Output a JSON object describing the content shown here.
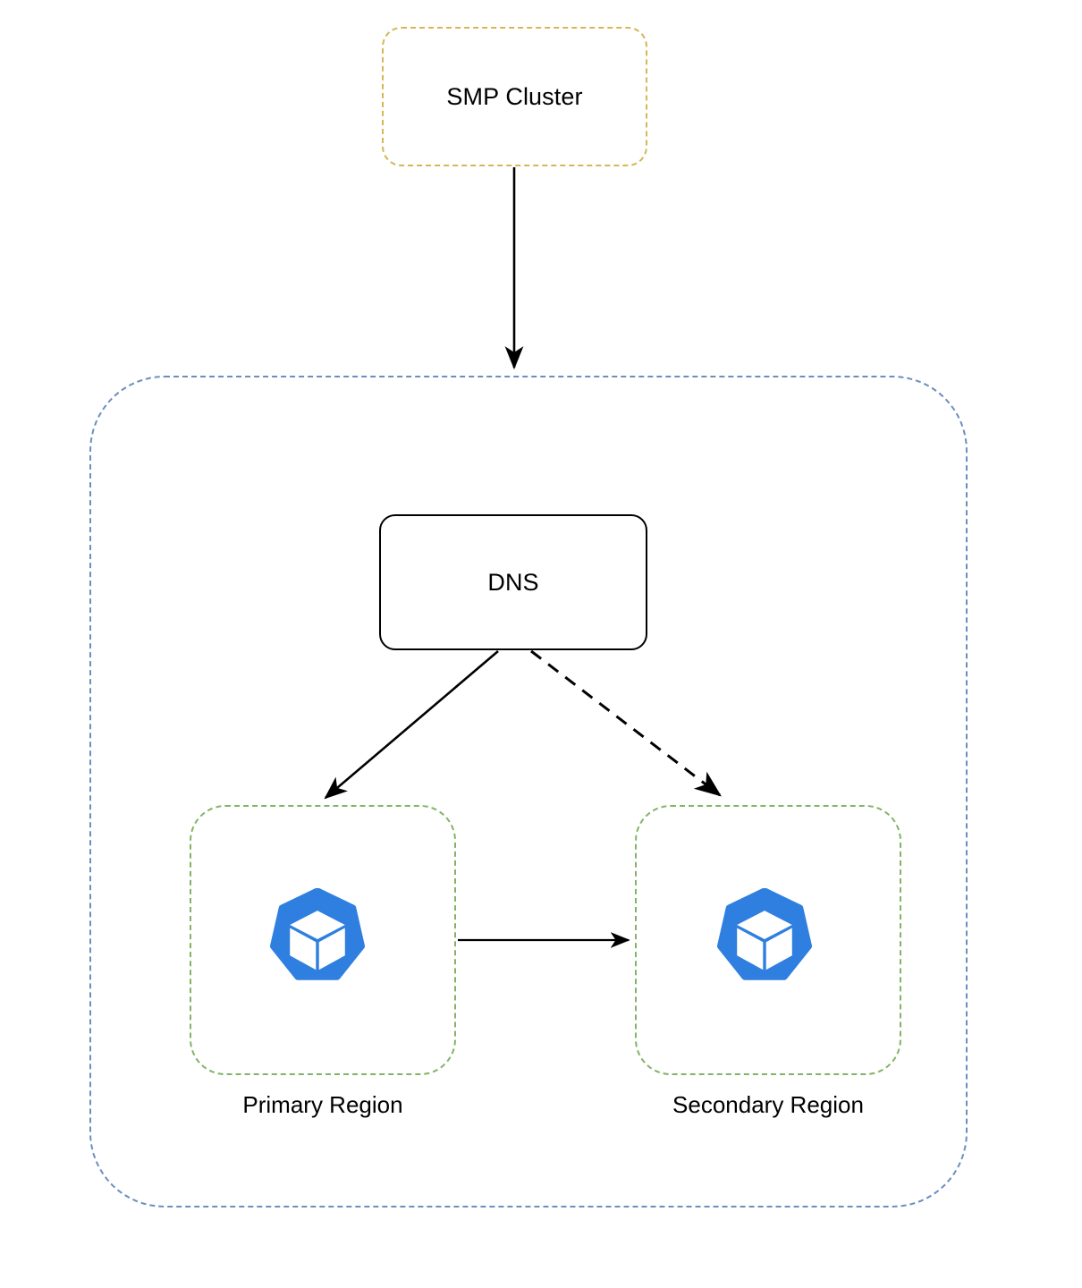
{
  "diagram": {
    "title_node": {
      "id": "smp-cluster",
      "label": "SMP Cluster",
      "border_style": "dashed",
      "border_color": "#d6b656"
    },
    "platform_container": {
      "id": "platform",
      "label": "",
      "border_style": "dashed",
      "border_color": "#6c8ebf"
    },
    "dns": {
      "id": "dns",
      "label": "DNS",
      "border_style": "solid",
      "border_color": "#000000"
    },
    "regions": [
      {
        "id": "primary-region",
        "caption": "Primary Region",
        "icon": "kubernetes-icon",
        "border_style": "dashed",
        "border_color": "#82b366",
        "icon_color": "#2f7fe0"
      },
      {
        "id": "secondary-region",
        "caption": "Secondary Region",
        "icon": "kubernetes-icon",
        "border_style": "dashed",
        "border_color": "#82b366",
        "icon_color": "#2f7fe0"
      }
    ],
    "edges": [
      {
        "id": "smp-to-platform",
        "from": "smp-cluster",
        "to": "platform",
        "style": "solid",
        "arrowhead": "filled-triangle",
        "label": ""
      },
      {
        "id": "dns-to-primary",
        "from": "dns",
        "to": "primary-region",
        "style": "solid",
        "arrowhead": "filled-triangle",
        "label": ""
      },
      {
        "id": "dns-to-secondary",
        "from": "dns",
        "to": "secondary-region",
        "style": "dashed",
        "arrowhead": "filled-triangle",
        "label": ""
      },
      {
        "id": "primary-to-secondary",
        "from": "primary-region",
        "to": "secondary-region",
        "style": "solid",
        "arrowhead": "filled-triangle",
        "label": ""
      }
    ],
    "colors": {
      "background": "#ffffff",
      "stroke": "#000000",
      "gold": "#d6b656",
      "blue": "#6c8ebf",
      "green": "#82b366",
      "kubernetes_blue": "#2f7fe0"
    }
  }
}
